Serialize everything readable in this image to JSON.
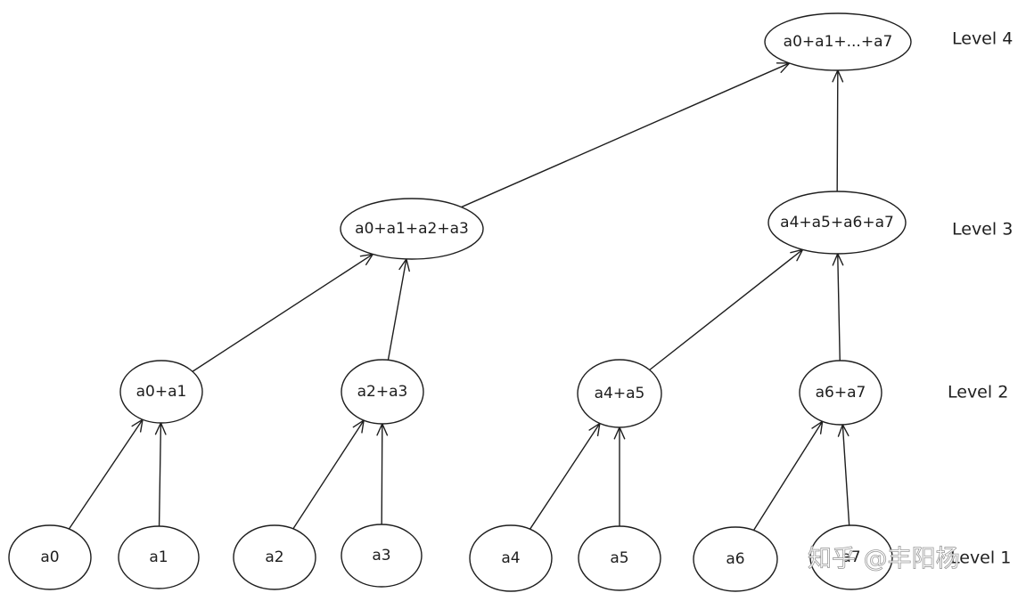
{
  "nodes": {
    "a0": "a0",
    "a1": "a1",
    "a2": "a2",
    "a3": "a3",
    "a4": "a4",
    "a5": "a5",
    "a6": "a6",
    "a7": "a7",
    "a0_a1": "a0+a1",
    "a2_a3": "a2+a3",
    "a4_a5": "a4+a5",
    "a6_a7": "a6+a7",
    "a0_a3": "a0+a1+a2+a3",
    "a4_a7": "a4+a5+a6+a7",
    "root": "a0+a1+...+a7"
  },
  "levels": {
    "level1": "Level 1",
    "level2": "Level 2",
    "level3": "Level 3",
    "level4": "Level 4"
  },
  "edges": [
    [
      "a0",
      "a0_a1"
    ],
    [
      "a1",
      "a0_a1"
    ],
    [
      "a2",
      "a2_a3"
    ],
    [
      "a3",
      "a2_a3"
    ],
    [
      "a4",
      "a4_a5"
    ],
    [
      "a5",
      "a4_a5"
    ],
    [
      "a6",
      "a6_a7"
    ],
    [
      "a7",
      "a6_a7"
    ],
    [
      "a0_a1",
      "a0_a3"
    ],
    [
      "a2_a3",
      "a0_a3"
    ],
    [
      "a4_a5",
      "a4_a7"
    ],
    [
      "a6_a7",
      "a4_a7"
    ],
    [
      "a0_a3",
      "root"
    ],
    [
      "a4_a7",
      "root"
    ]
  ],
  "watermark": "知乎 @丰阳杨"
}
